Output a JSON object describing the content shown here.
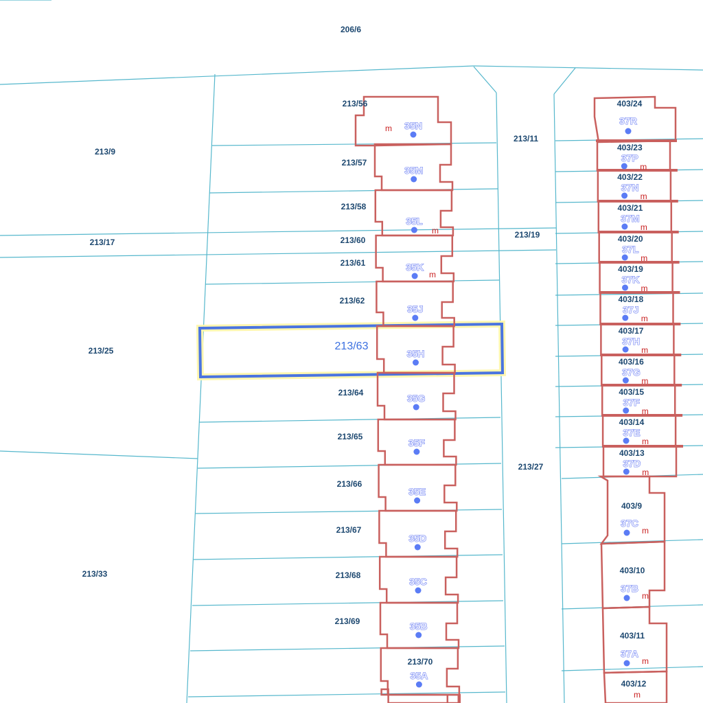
{
  "colors": {
    "parcel_line": "#55b7cc",
    "building": "#c9605e",
    "selection": "#4a74e0",
    "selection_glow": "#fff7b0",
    "dot": "#5b7cf5"
  },
  "selected_parcel": "213/63",
  "parcels": [
    "206/6",
    "213/9",
    "213/17",
    "213/25",
    "213/33",
    "213/11",
    "213/19",
    "213/27",
    "213/56",
    "213/57",
    "213/58",
    "213/60",
    "213/61",
    "213/62",
    "213/64",
    "213/65",
    "213/66",
    "213/67",
    "213/68",
    "213/69",
    "213/70",
    "403/24",
    "403/23",
    "403/22",
    "403/21",
    "403/20",
    "403/19",
    "403/18",
    "403/17",
    "403/16",
    "403/15",
    "403/14",
    "403/13",
    "403/9",
    "403/10",
    "403/11",
    "403/12"
  ],
  "houses_left": [
    "35N",
    "35M",
    "35L",
    "35K",
    "35J",
    "35H",
    "35G",
    "35F",
    "35E",
    "35D",
    "35C",
    "35B",
    "35A"
  ],
  "houses_right": [
    "37R",
    "37P",
    "37N",
    "37M",
    "37L",
    "37K",
    "37J",
    "37H",
    "37G",
    "37F",
    "37E",
    "37D",
    "37C",
    "37B",
    "37A"
  ],
  "marker": "m"
}
